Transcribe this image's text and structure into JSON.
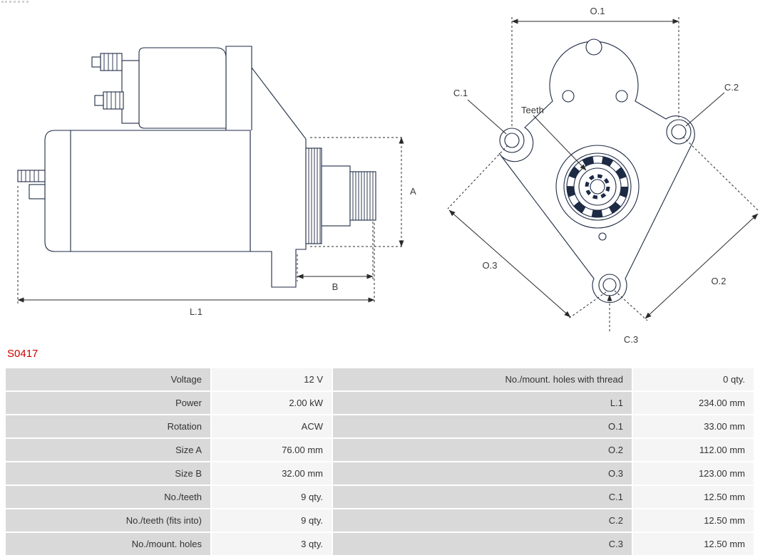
{
  "product": {
    "code": "S0417"
  },
  "colors": {
    "accent_red": "#cc0000",
    "drawing_line": "#1d2a44",
    "table_label_bg": "#d9d9d9",
    "table_value_bg": "#f5f5f5"
  },
  "diagram": {
    "side": {
      "a": "A",
      "b": "B",
      "l1": "L.1"
    },
    "front": {
      "o1": "O.1",
      "o2": "O.2",
      "o3": "O.3",
      "c1": "C.1",
      "c2": "C.2",
      "c3": "C.3",
      "teeth": "Teeth"
    }
  },
  "spec_table": {
    "rows": [
      {
        "l_label": "Voltage",
        "l_value": "12 V",
        "r_label": "No./mount. holes with thread",
        "r_value": "0 qty."
      },
      {
        "l_label": "Power",
        "l_value": "2.00 kW",
        "r_label": "L.1",
        "r_value": "234.00 mm"
      },
      {
        "l_label": "Rotation",
        "l_value": "ACW",
        "r_label": "O.1",
        "r_value": "33.00 mm"
      },
      {
        "l_label": "Size A",
        "l_value": "76.00 mm",
        "r_label": "O.2",
        "r_value": "112.00 mm"
      },
      {
        "l_label": "Size B",
        "l_value": "32.00 mm",
        "r_label": "O.3",
        "r_value": "123.00 mm"
      },
      {
        "l_label": "No./teeth",
        "l_value": "9 qty.",
        "r_label": "C.1",
        "r_value": "12.50 mm"
      },
      {
        "l_label": "No./teeth (fits into)",
        "l_value": "9 qty.",
        "r_label": "C.2",
        "r_value": "12.50 mm"
      },
      {
        "l_label": "No./mount. holes",
        "l_value": "3 qty.",
        "r_label": "C.3",
        "r_value": "12.50 mm"
      }
    ]
  }
}
